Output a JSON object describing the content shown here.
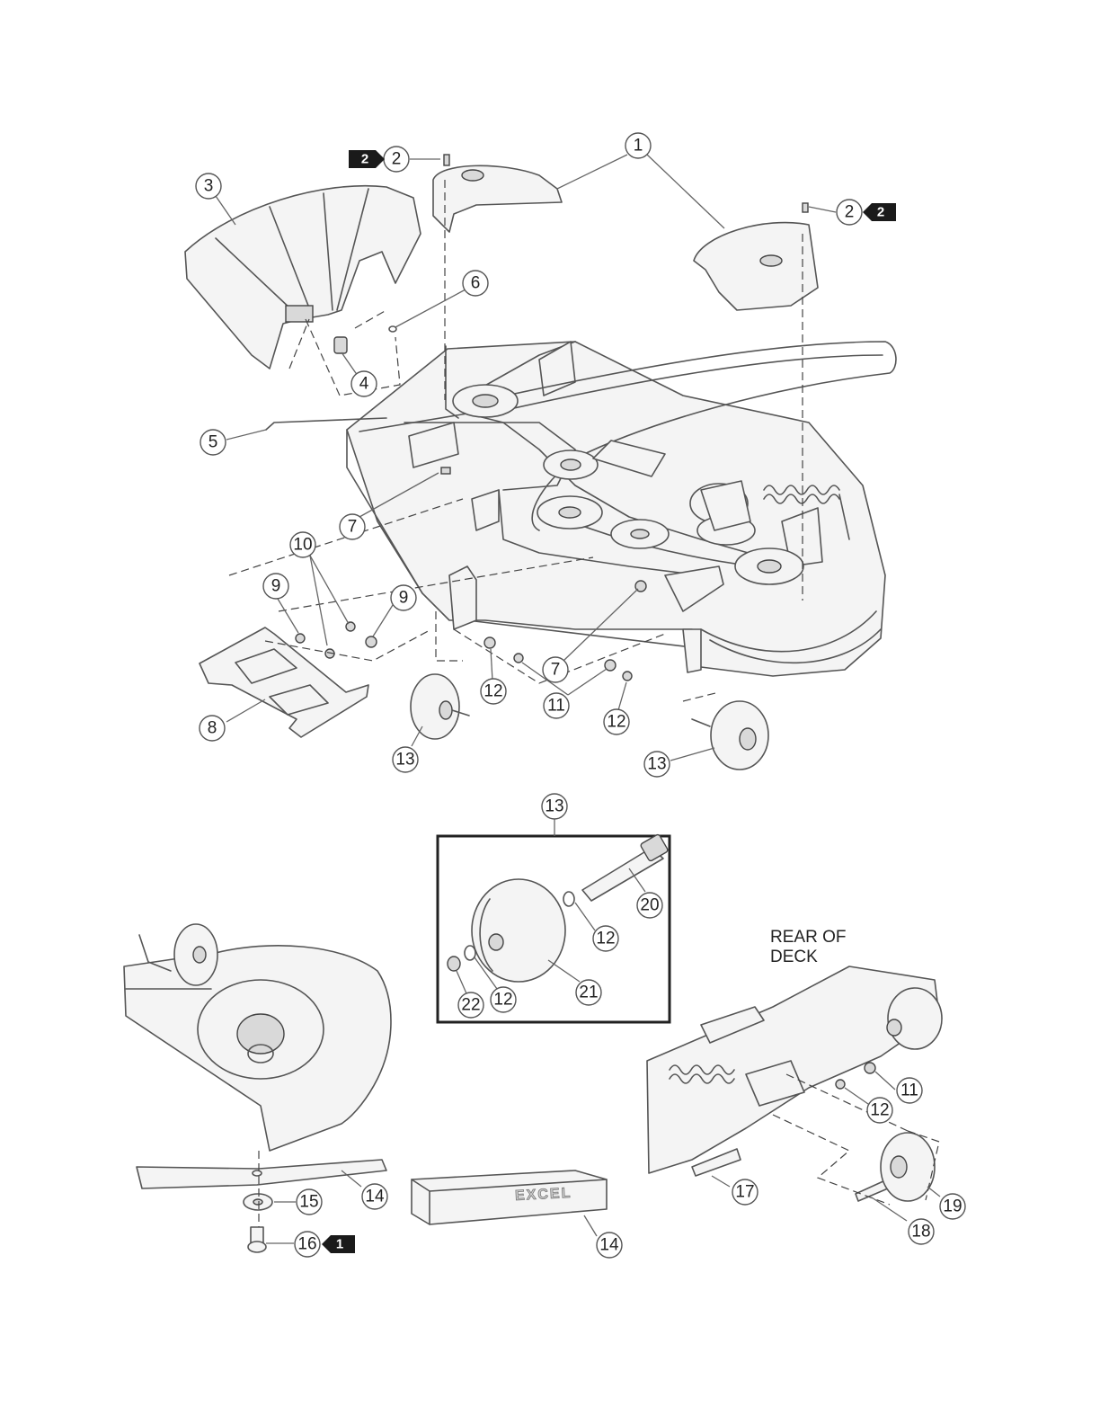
{
  "callouts": [
    {
      "label": "1"
    },
    {
      "label": "2"
    },
    {
      "label": "2"
    },
    {
      "label": "3"
    },
    {
      "label": "4"
    },
    {
      "label": "5"
    },
    {
      "label": "6"
    },
    {
      "label": "7"
    },
    {
      "label": "7"
    },
    {
      "label": "8"
    },
    {
      "label": "9"
    },
    {
      "label": "9"
    },
    {
      "label": "10"
    },
    {
      "label": "11"
    },
    {
      "label": "12"
    },
    {
      "label": "12"
    },
    {
      "label": "13"
    },
    {
      "label": "13"
    },
    {
      "label": "13"
    },
    {
      "label": "20"
    },
    {
      "label": "12"
    },
    {
      "label": "12"
    },
    {
      "label": "21"
    },
    {
      "label": "22"
    },
    {
      "label": "11"
    },
    {
      "label": "12"
    },
    {
      "label": "17"
    },
    {
      "label": "18"
    },
    {
      "label": "19"
    },
    {
      "label": "14"
    },
    {
      "label": "15"
    },
    {
      "label": "16"
    },
    {
      "label": "14"
    }
  ],
  "reference_tags": [
    {
      "label": "2"
    },
    {
      "label": "2"
    },
    {
      "label": "1"
    }
  ],
  "notes": {
    "rear_of_deck_line1": "REAR OF",
    "rear_of_deck_line2": "DECK"
  },
  "decal_logo_text": "EXCEL"
}
